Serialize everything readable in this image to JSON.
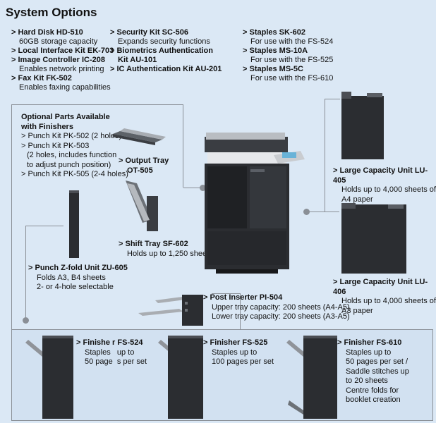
{
  "title": "System Options",
  "options": {
    "col1": [
      {
        "name": "Hard Disk HD-510",
        "desc": "60GB storage capacity"
      },
      {
        "name": "Local Interface Kit EK-703",
        "desc": ""
      },
      {
        "name": "Image Controller IC-208",
        "desc": "Enables network printing"
      },
      {
        "name": "Fax Kit FK-502",
        "desc": "Enables faxing capabilities"
      }
    ],
    "col2": [
      {
        "name": "Security Kit SC-506",
        "desc": "Expands security functions"
      },
      {
        "name": "Biometrics Authentication",
        "desc": ""
      },
      {
        "name": "Kit AU-101",
        "desc": ""
      },
      {
        "name": "IC Authentication Kit AU-201",
        "desc": ""
      }
    ],
    "col3": [
      {
        "name": "Staples SK-602",
        "desc": "For use with the FS-524"
      },
      {
        "name": "Staples MS-10A",
        "desc": "For use with the FS-525"
      },
      {
        "name": "Staples MS-5C",
        "desc": "For use with the FS-610"
      }
    ]
  },
  "optional_parts": {
    "heading1": "Optional Parts Available",
    "heading2": "with Finishers",
    "lines": [
      "> Punch Kit PK-502 (2 holes)",
      "> Punch Kit PK-503",
      "(2 holes, includes function",
      "to adjust punch position)",
      "> Punch Kit PK-505 (2-4 holes)"
    ]
  },
  "output_tray": {
    "name1": "Output Tray",
    "name2": "OT-505"
  },
  "shift_tray": {
    "name": "Shift Tray SF-602",
    "desc": "Holds up to 1,250 sheets"
  },
  "punch_zfold": {
    "name": "Punch Z-fold Unit ZU-605",
    "desc1": "Folds A3, B4 sheets",
    "desc2": "2- or 4-hole selectable"
  },
  "post_inserter": {
    "name": "Post Inserter PI-504",
    "desc1": "Upper tray capacity: 200 sheets (A4-A5)",
    "desc2": "Lower tray capacity: 200 sheets (A3-A5)"
  },
  "lcu405": {
    "name": "Large Capacity Unit LU-405",
    "desc1": "Holds up to 4,000 sheets of",
    "desc2": "A4 paper"
  },
  "lcu406": {
    "name": "Large Capacity Unit LU-406",
    "desc1": "Holds up to 4,000 sheets of",
    "desc2": "A3 paper"
  },
  "finishers": {
    "fs524": {
      "name": "Finishe  r FS-524",
      "desc1": "Staples   up to",
      "desc2": "50 page  s per set"
    },
    "fs525": {
      "name": "Finisher FS-525",
      "desc1": "Staples up to",
      "desc2": "100 pages per set"
    },
    "fs610": {
      "name": "Finisher FS-610",
      "desc1": "Staples up to",
      "desc2": "50 pages per set /",
      "desc3": "Saddle stitches up",
      "desc4": "to 20 sheets",
      "desc5": "Centre folds for",
      "desc6": "booklet creation"
    }
  },
  "colors": {
    "background": "#dbe8f5",
    "connector": "#8a8f96",
    "device_dark": "#2b2d31"
  }
}
